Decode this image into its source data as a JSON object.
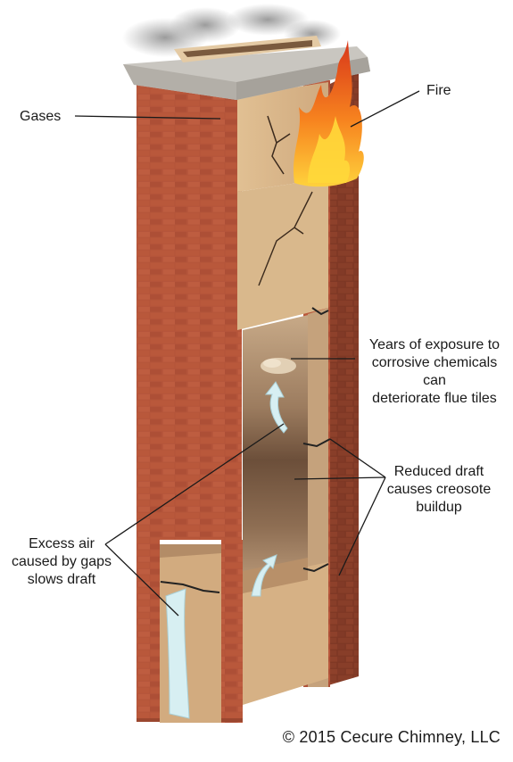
{
  "labels": {
    "gases": "Gases",
    "fire": "Fire",
    "deterioration": [
      "Years of exposure to",
      "corrosive chemicals can",
      "deteriorate flue tiles"
    ],
    "reduced_draft": [
      "Reduced draft",
      "causes creosote",
      "buildup"
    ],
    "excess_air": [
      "Excess air",
      "caused by gaps",
      "slows draft"
    ]
  },
  "copyright": "© 2015 Cecure Chimney, LLC",
  "colors": {
    "brick": "#b5553a",
    "mortar": "#d9b9a2",
    "flue_tile": "#d9b48a",
    "cap": "#c9c6c0",
    "fire": "#f26a1b",
    "airflow": "#d7eff2"
  }
}
